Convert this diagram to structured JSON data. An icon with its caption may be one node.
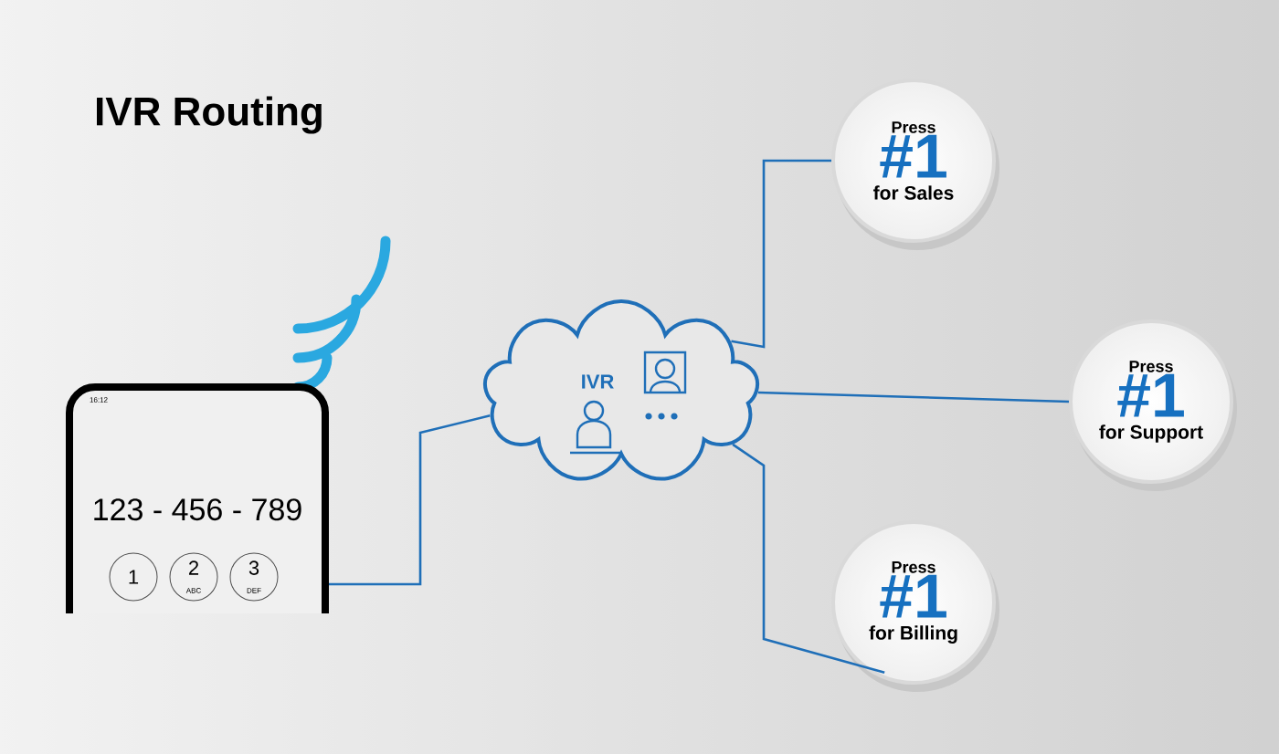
{
  "diagram": {
    "title": "IVR Routing",
    "nodes": [
      {
        "text": [
          "123 - 456 - 789"
        ]
      },
      {
        "text": [
          "IVR"
        ]
      },
      {
        "text": [
          "Press",
          "#1",
          "for Sales"
        ]
      },
      {
        "text": [
          "Press",
          "#1",
          "for Support"
        ]
      },
      {
        "text": [
          "Press",
          "#1",
          "for Billing"
        ]
      }
    ],
    "edges": [
      {
        "from": 0,
        "to": 1,
        "arrow": "none"
      },
      {
        "from": 1,
        "to": 2,
        "arrow": "none"
      },
      {
        "from": 1,
        "to": 3,
        "arrow": "none"
      },
      {
        "from": 1,
        "to": 4,
        "arrow": "none"
      }
    ],
    "labels": [
      "16:12",
      "1",
      "2",
      "ABC",
      "3",
      "DEF"
    ]
  }
}
